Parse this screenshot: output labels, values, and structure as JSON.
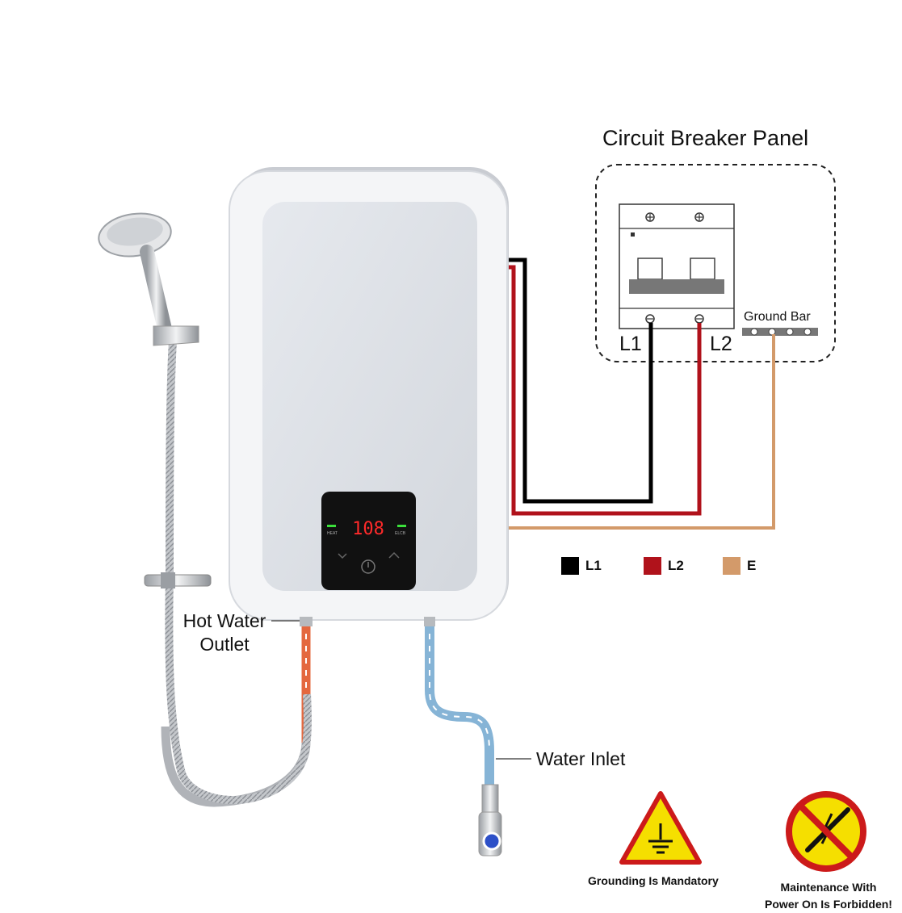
{
  "panel": {
    "title": "Circuit Breaker Panel",
    "ground_bar": "Ground Bar",
    "terminal_l1": "L1",
    "terminal_l2": "L2"
  },
  "heater": {
    "display_value": "108",
    "indicator_left": "HEAT",
    "indicator_right": "ELCB"
  },
  "labels": {
    "hot_water_line1": "Hot Water",
    "hot_water_line2": "Outlet",
    "water_inlet": "Water Inlet"
  },
  "legend": [
    {
      "label": "L1",
      "color": "#000000"
    },
    {
      "label": "L2",
      "color": "#b0121b"
    },
    {
      "label": "E",
      "color": "#d39a6a"
    }
  ],
  "warnings": {
    "grounding": "Grounding Is Mandatory",
    "maintenance_line1": "Maintenance With",
    "maintenance_line2": "Power On Is Forbidden!"
  },
  "colors": {
    "wire_l1": "#000000",
    "wire_l2": "#b0121b",
    "wire_e": "#d39a6a",
    "hot_pipe": "#e4683f",
    "cold_pipe": "#86b4d6",
    "warning_yellow": "#f5df00",
    "forbidden_red": "#cc1a1a",
    "display_red": "#ff2a2a"
  }
}
